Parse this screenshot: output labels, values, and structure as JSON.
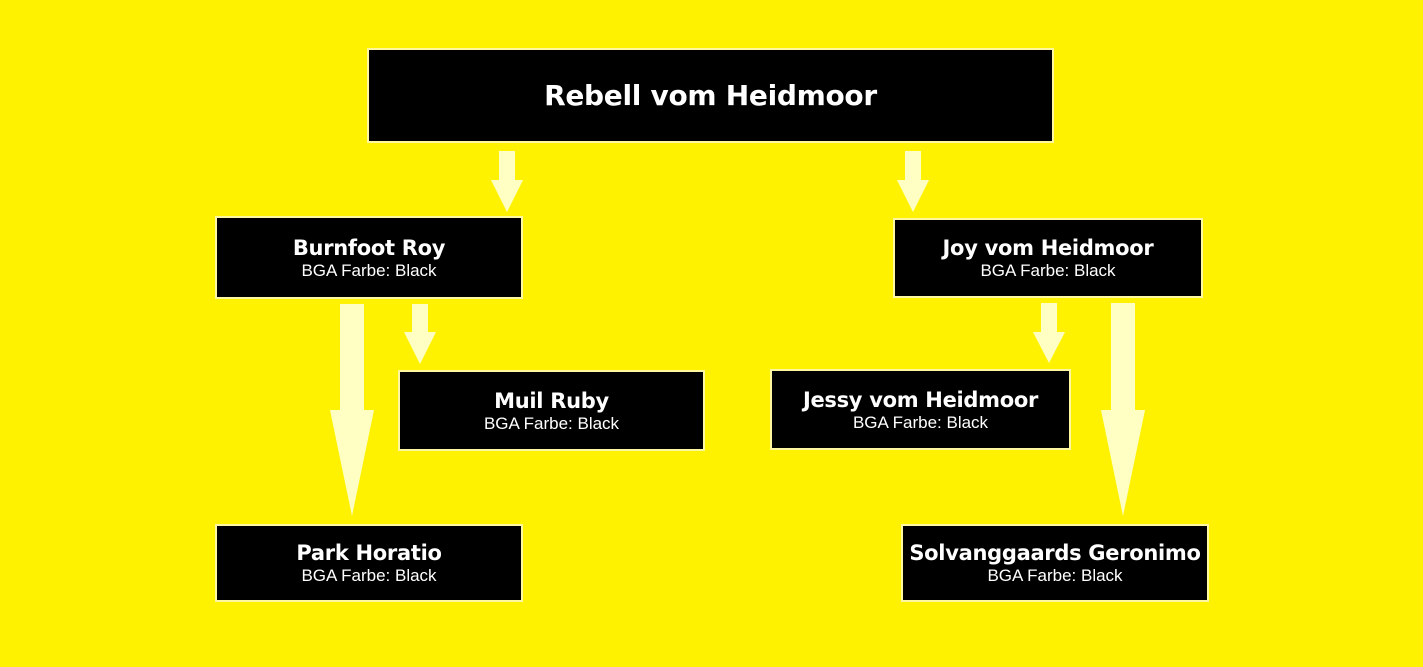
{
  "colors": {
    "background": "#fff200",
    "box": "#000000",
    "box_border": "#fff8a0",
    "text": "#ffffff",
    "arrow": "#ffffc4"
  },
  "root": {
    "name": "Rebell vom Heidmoor"
  },
  "sire": {
    "name": "Burnfoot Roy",
    "detail": "BGA Farbe: Black"
  },
  "dam": {
    "name": "Joy vom Heidmoor",
    "detail": "BGA Farbe: Black"
  },
  "sire_dam": {
    "name": "Muil Ruby",
    "detail": "BGA Farbe: Black"
  },
  "sire_sire": {
    "name": "Park Horatio",
    "detail": "BGA Farbe: Black"
  },
  "dam_dam": {
    "name": "Jessy vom Heidmoor",
    "detail": "BGA Farbe: Black"
  },
  "dam_sire": {
    "name": "Solvanggaards Geronimo",
    "detail": "BGA Farbe: Black"
  }
}
